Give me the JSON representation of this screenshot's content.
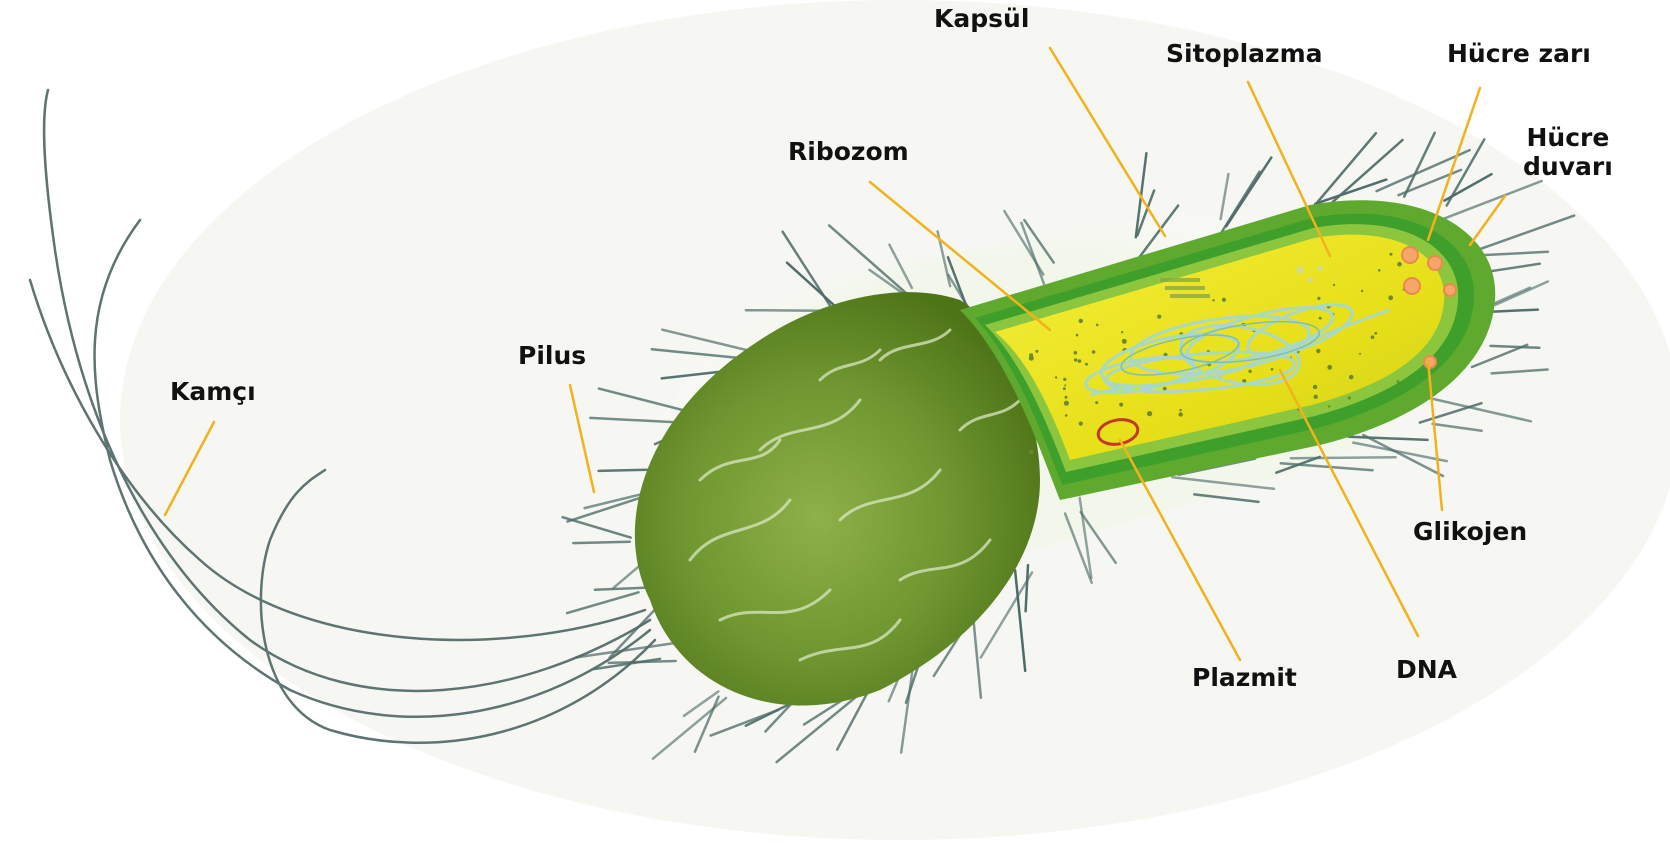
{
  "labels": {
    "kapsul": "Kapsül",
    "sitoplazma": "Sitoplazma",
    "hucre_zari": "Hücre zarı",
    "hucre_duvari_line1": "Hücre",
    "hucre_duvari_line2": "duvarı",
    "ribozom": "Ribozom",
    "pilus": "Pilus",
    "kamci": "Kamçı",
    "glikojen": "Glikojen",
    "plazmit": "Plazmit",
    "dna": "DNA"
  },
  "colors": {
    "leader_line": "#f2b21c",
    "outer_green": "#5f8a24",
    "cell_wall": "#3ea02a",
    "cytoplasm": "#e8e21a",
    "dna": "#a8d8c8",
    "plasmid": "#c0392b",
    "glycogen": "#f08a4b",
    "pili": "#4d6b68",
    "label_text": "#111111"
  }
}
